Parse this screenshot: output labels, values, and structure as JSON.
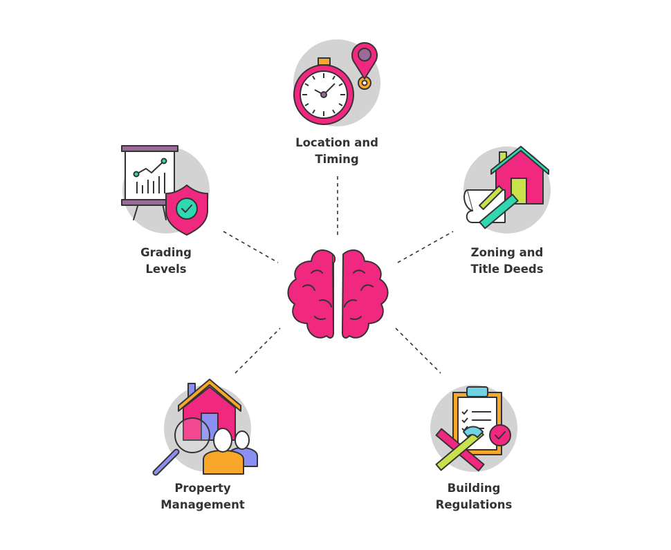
{
  "center": {
    "icon": "brain-icon"
  },
  "nodes": [
    {
      "id": "location",
      "lines": [
        "Location and",
        "Timing"
      ],
      "icon": "stopwatch-location-pin-icon"
    },
    {
      "id": "grading",
      "lines": [
        "Grading",
        "Levels"
      ],
      "icon": "chart-board-shield-icon"
    },
    {
      "id": "zoning",
      "lines": [
        "Zoning and",
        "Title Deeds"
      ],
      "icon": "house-blueprint-ruler-icon"
    },
    {
      "id": "property",
      "lines": [
        "Property",
        "Management"
      ],
      "icon": "house-magnifier-people-icon"
    },
    {
      "id": "building",
      "lines": [
        "Building",
        "Regulations"
      ],
      "icon": "clipboard-hammer-ruler-icon"
    }
  ],
  "colors": {
    "pink": "#f0287f",
    "gray": "#d3d3d3",
    "orange": "#f9a72b",
    "purple": "#9c6a98",
    "teal": "#2fd8b0",
    "lime": "#c9e24c",
    "periwinkle": "#8b8ef2",
    "sky": "#70d3e3",
    "outline": "#333333"
  }
}
